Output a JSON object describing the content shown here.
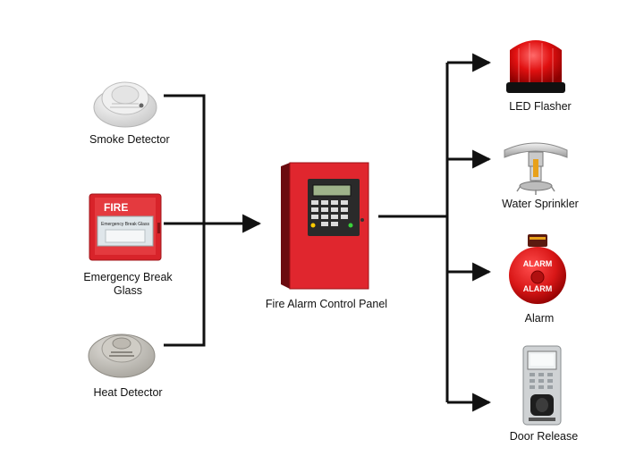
{
  "inputs": {
    "smoke_detector": "Smoke Detector",
    "break_glass": "Emergency Break Glass",
    "break_glass_sign": "FIRE",
    "break_glass_small": "Emergency Break Glass",
    "heat_detector": "Heat Detector"
  },
  "panel": {
    "label": "Fire Alarm Control Panel"
  },
  "outputs": {
    "led_flasher": "LED Flasher",
    "water_sprinkler": "Water Sprinkler",
    "alarm": "Alarm",
    "alarm_text": "ALARM",
    "door_release": "Door Release"
  },
  "colors": {
    "wire": "#111111",
    "fire_red": "#d8232a",
    "panel_red": "#e0262e"
  }
}
